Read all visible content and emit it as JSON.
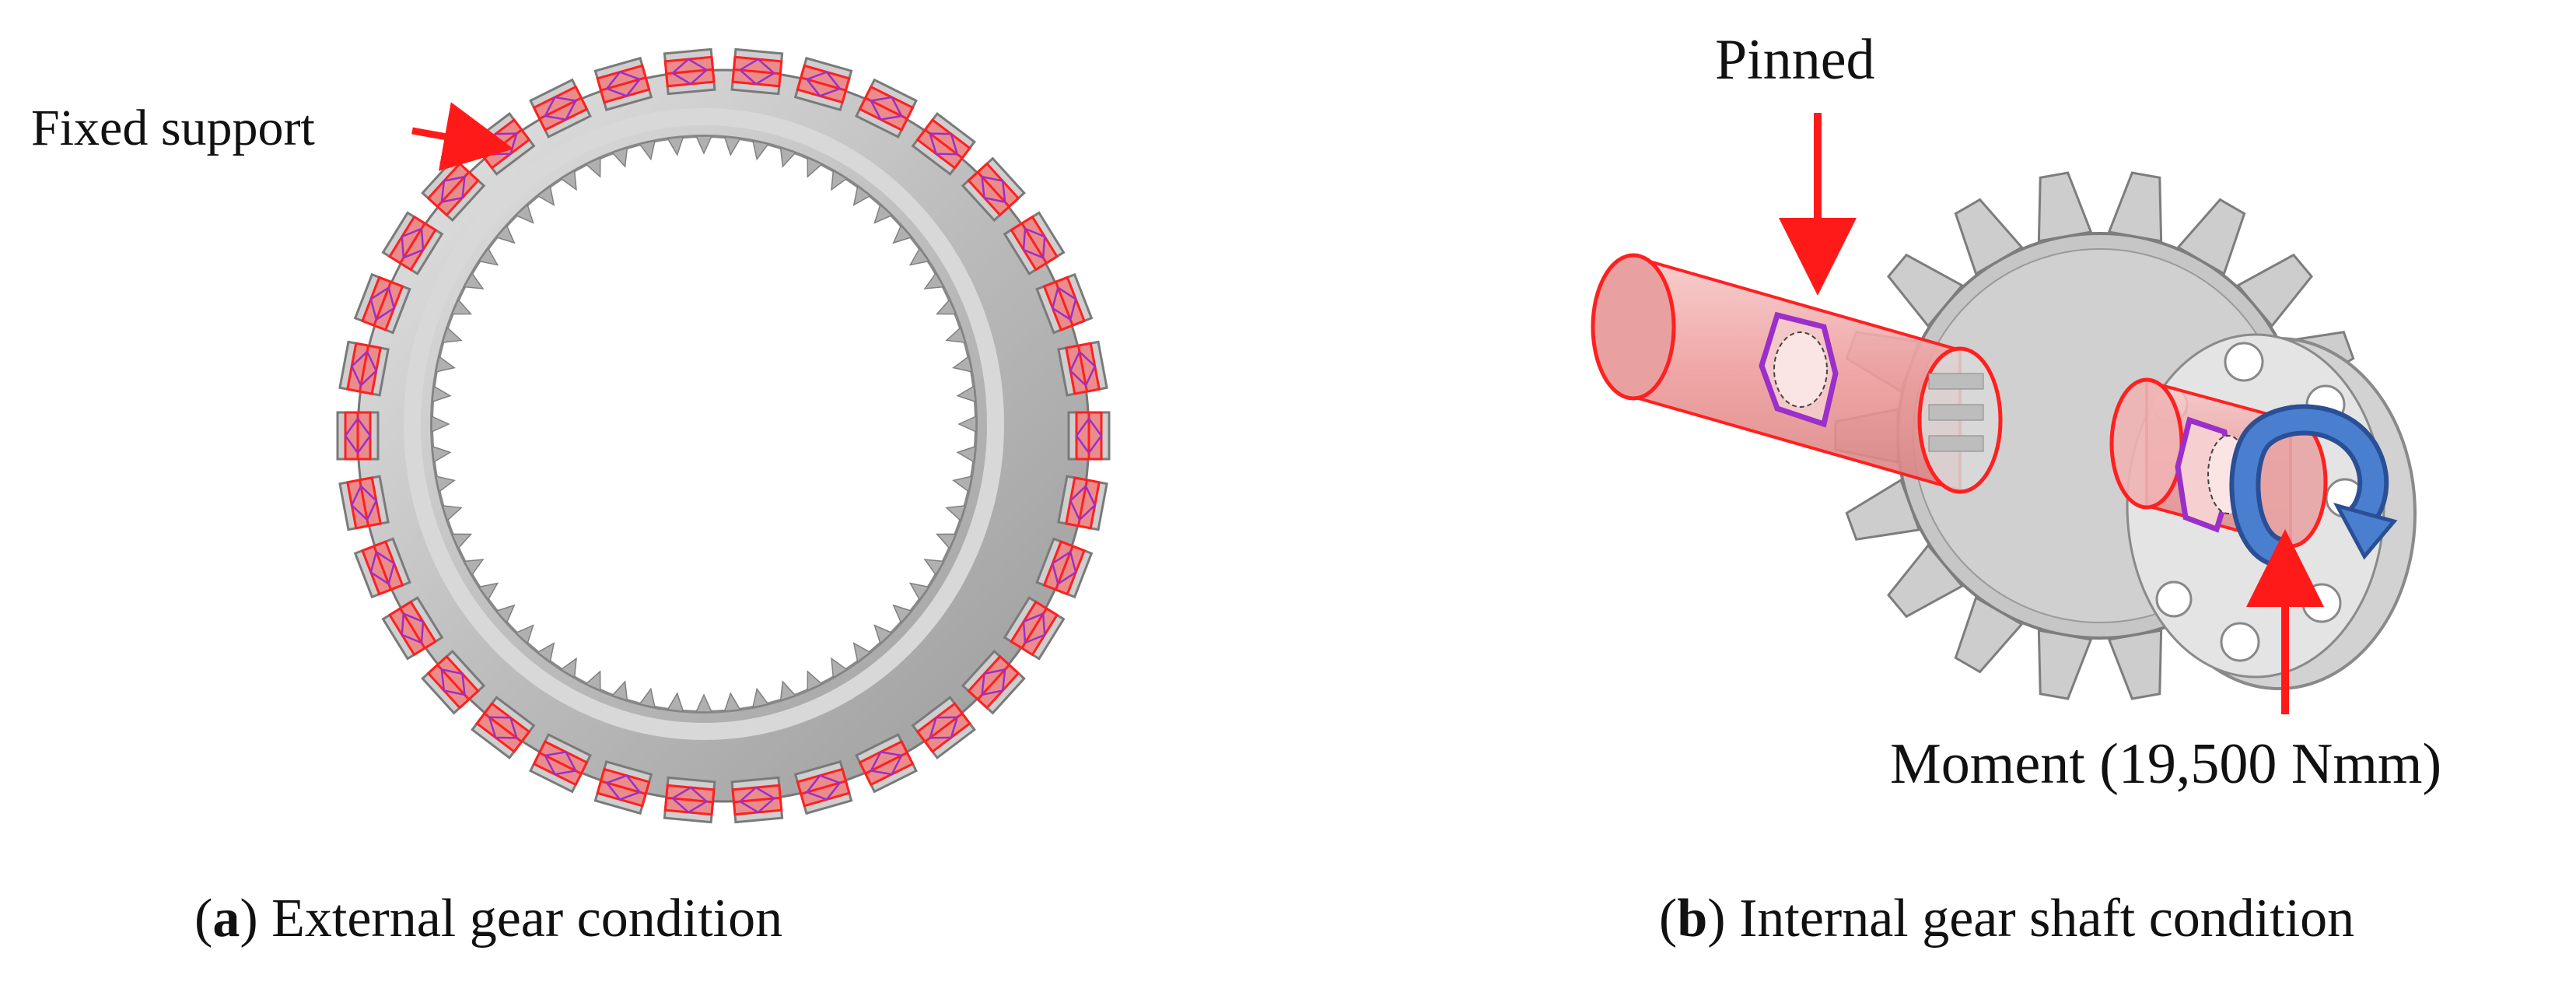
{
  "panel_a": {
    "label_fixed": "Fixed support",
    "caption_letter": "a",
    "caption_text": "External gear condition"
  },
  "panel_b": {
    "label_pinned": "Pinned",
    "label_moment": "Moment (19,500 Nmm)",
    "caption_letter": "b",
    "caption_text": "Internal gear shaft condition"
  },
  "colors": {
    "arrow": "#ff1a1a",
    "support_fill": "#f08080",
    "support_edge": "#ff2020",
    "pin_outline": "#9b2fc9",
    "gear_body": "#c4c4c4",
    "moment_arrow": "#3f6fc0"
  }
}
